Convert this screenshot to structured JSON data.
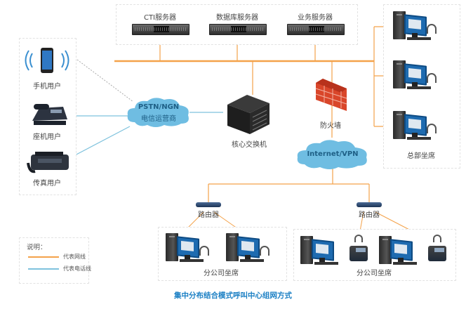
{
  "title": "集中分布结合模式呼叫中心组网方式",
  "colors": {
    "network_line": "#f4a24a",
    "phone_line": "#7ec2dd",
    "cloud": "#6fbde2",
    "title": "#1a7fc4",
    "firewall": "#d9462a"
  },
  "servers": [
    {
      "label": "CTI服务器",
      "icon": "rack-server-icon"
    },
    {
      "label": "数据库服务器",
      "icon": "rack-server-icon"
    },
    {
      "label": "业务服务器",
      "icon": "rack-server-icon"
    }
  ],
  "users": [
    {
      "label": "手机用户",
      "icon": "mobile-phone-icon"
    },
    {
      "label": "座机用户",
      "icon": "landline-phone-icon"
    },
    {
      "label": "传真用户",
      "icon": "fax-machine-icon"
    }
  ],
  "pstn_cloud": {
    "line1": "PSTN/NGN",
    "line2": "电信运营商"
  },
  "core_switch": {
    "label": "核心交换机",
    "icon": "core-switch-icon"
  },
  "firewall": {
    "label": "防火墙",
    "icon": "firewall-icon"
  },
  "internet_cloud": {
    "label": "Internet/VPN"
  },
  "hq_agents": {
    "label": "总部坐席",
    "count": 3
  },
  "branches": [
    {
      "router_label": "路由器",
      "label": "分公司坐席",
      "workstations": 2,
      "desk_phones": 0
    },
    {
      "router_label": "路由器",
      "label": "分公司坐席",
      "workstations": 2,
      "desk_phones": 2
    }
  ],
  "legend": {
    "title": "说明：",
    "items": [
      {
        "label": "代表网线",
        "color": "#f4a24a"
      },
      {
        "label": "代表电话线",
        "color": "#7ec2dd"
      }
    ]
  }
}
